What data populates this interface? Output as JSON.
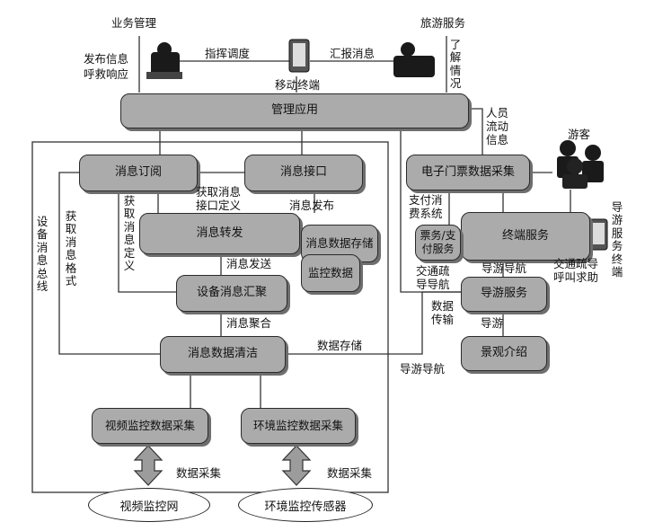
{
  "roles": {
    "business_mgmt": "业务管理",
    "travel_service": "旅游服务",
    "tourist": "游客"
  },
  "boxes": {
    "mgmt_app": "管理应用",
    "msg_subscribe": "消息订阅",
    "msg_interface": "消息接口",
    "msg_forward": "消息转发",
    "msg_storage": "消息数据存储",
    "monitor_data": "监控数据",
    "device_collect": "设备消息汇聚",
    "data_clean": "消息数据清洁",
    "video_collect": "视频监控数据采集",
    "env_collect": "环境监控数据采集",
    "eticket": "电子门票数据采集",
    "terminal": "终端服务",
    "ticket_pay": "票务/支付服务",
    "guide": "导游服务",
    "scenic": "景观介绍",
    "video_net": "视频监控网",
    "env_sensor": "环境监控传感器"
  },
  "labels": {
    "publish_info": "发布信息",
    "rescue": "呼救响应",
    "command": "指挥调度",
    "report": "汇报消息",
    "mobile_terminal": "移动终端",
    "understand": "了解情况",
    "personnel_flow": [
      "人员",
      "流动",
      "信息"
    ],
    "get_if_def": [
      "获取消息",
      "接口定义"
    ],
    "msg_publish": "消息发布",
    "get_msg_def": "获取消息定义",
    "get_msg_fmt": "获取消息格式",
    "device_bus": "设备消息总线",
    "msg_send": "消息发送",
    "msg_gather": "消息聚合",
    "data_store": "数据存储",
    "data_collect_1": "数据采集",
    "data_collect_2": "数据采集",
    "pay_system": [
      "支付消",
      "费系统"
    ],
    "traffic_nav": [
      "交通疏",
      "导导航"
    ],
    "guide_nav_1": "导游导航",
    "traffic_call": [
      "交通疏导",
      "呼叫求助"
    ],
    "data_trans": [
      "数据",
      "传输"
    ],
    "guide_short": "导游",
    "guide_nav_2": "导游导航",
    "guide_terminal": "导游服务终端"
  }
}
